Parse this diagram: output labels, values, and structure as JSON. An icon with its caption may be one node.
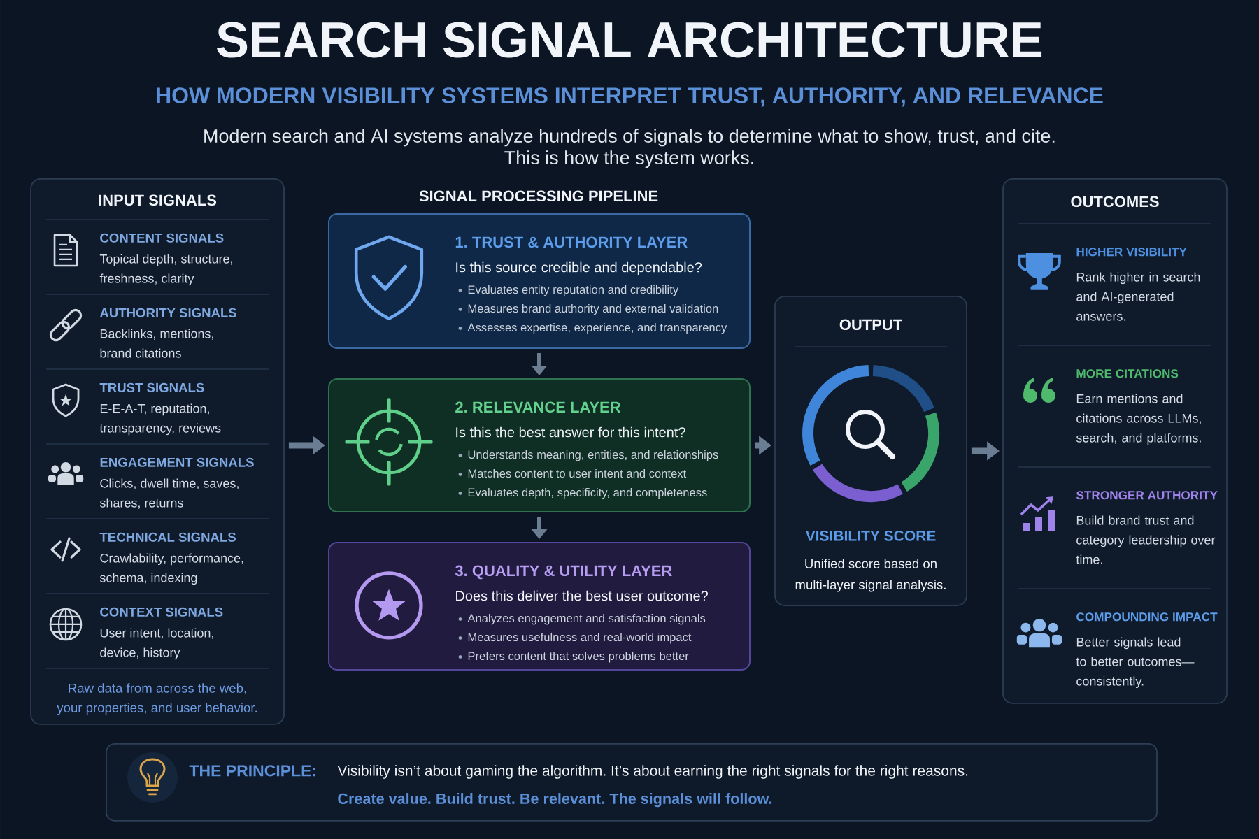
{
  "diagram": {
    "title": "SEARCH SIGNAL ARCHITECTURE",
    "nodes": [
      {
        "text": [
          "INPUT SIGNALS",
          "Raw data from across the web, your properties, and user behavior."
        ]
      },
      {
        "text": [
          "CONTENT SIGNALS",
          "Topical depth, structure, freshness, clarity"
        ],
        "in": 0
      },
      {
        "text": [
          "AUTHORITY SIGNALS",
          "Backlinks, mentions, brand citations"
        ],
        "in": 0
      },
      {
        "text": [
          "TRUST SIGNALS",
          "E-E-A-T, reputation, transparency, reviews"
        ],
        "in": 0
      },
      {
        "text": [
          "ENGAGEMENT SIGNALS",
          "Clicks, dwell time, saves, shares, returns"
        ],
        "in": 0
      },
      {
        "text": [
          "TECHNICAL SIGNALS",
          "Crawlability, performance, schema, indexing"
        ],
        "in": 0
      },
      {
        "text": [
          "CONTEXT SIGNALS",
          "User intent, location, device, history"
        ],
        "in": 0
      },
      {
        "text": [
          "1. TRUST & AUTHORITY LAYER",
          "Is this source credible and dependable?",
          "Evaluates entity reputation and credibility",
          "Measures brand authority and external validation",
          "Assesses expertise, experience, and transparency"
        ]
      },
      {
        "text": [
          "2. RELEVANCE LAYER",
          "Is this the best answer for this intent?",
          "Understands meaning, entities, and relationships",
          "Matches content to user intent and context",
          "Evaluates depth, specificity, and completeness"
        ]
      },
      {
        "text": [
          "3. QUALITY & UTILITY LAYER",
          "Does this deliver the best user outcome?",
          "Analyzes engagement and satisfaction signals",
          "Measures usefulness and real-world impact",
          "Prefers content that solves problems better"
        ]
      },
      {
        "text": [
          "OUTPUT",
          "VISIBILITY SCORE",
          "Unified score based on multi-layer signal analysis."
        ]
      },
      {
        "text": [
          "OUTCOMES"
        ]
      },
      {
        "text": [
          "HIGHER VISIBILITY",
          "Rank higher in search and AI-generated answers."
        ],
        "in": 11
      },
      {
        "text": [
          "MORE CITATIONS",
          "Earn mentions and citations across LLMs, search, and platforms."
        ],
        "in": 11
      },
      {
        "text": [
          "STRONGER AUTHORITY",
          "Build brand trust and category leadership over time."
        ],
        "in": 11
      },
      {
        "text": [
          "COMPOUNDING IMPACT",
          "Better signals lead to better outcomes—consistently."
        ],
        "in": 11
      },
      {
        "text": [
          "THE PRINCIPLE:",
          "Visibility isn’t about gaming the algorithm. It’s about earning the right signals for the right reasons.",
          "Create value. Build trust. Be relevant. The signals will follow."
        ]
      }
    ],
    "edges": [
      {
        "from": 0,
        "to": 8,
        "arrow": "to"
      },
      {
        "from": 7,
        "to": 8,
        "arrow": "to"
      },
      {
        "from": 8,
        "to": 9,
        "arrow": "to"
      },
      {
        "from": 8,
        "to": 10,
        "arrow": "to"
      },
      {
        "from": 10,
        "to": 11,
        "arrow": "to"
      }
    ],
    "labels": [
      "HOW MODERN VISIBILITY SYSTEMS INTERPRET TRUST, AUTHORITY, AND RELEVANCE",
      "Modern search and AI systems analyze hundreds of signals to determine what to show, trust, and cite. This is how the system works.",
      "SIGNAL PROCESSING PIPELINE"
    ]
  }
}
